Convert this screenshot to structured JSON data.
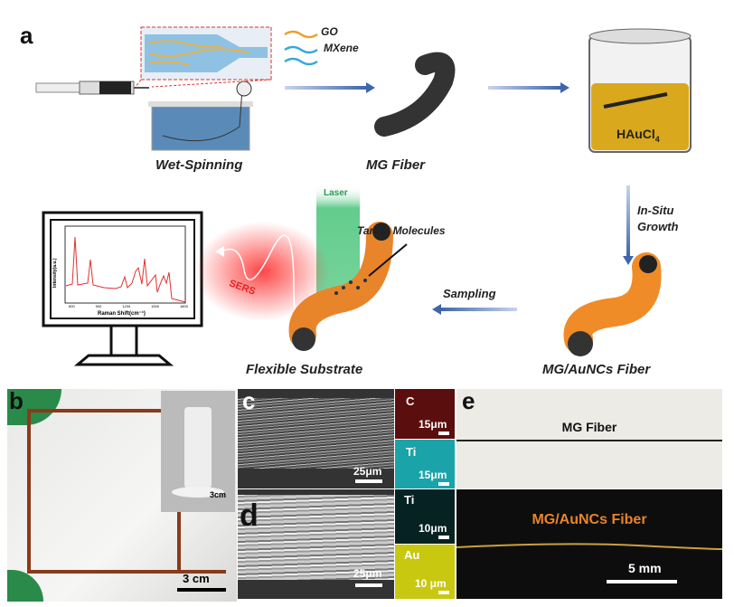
{
  "panel_a": {
    "letter": "a",
    "wet_spinning": "Wet-Spinning",
    "go": "GO",
    "mxene": "MXene",
    "mg_fiber": "MG Fiber",
    "haucl4": "HAuCl",
    "haucl4_sub": "4",
    "in_situ": "In-Situ",
    "growth": "Growth",
    "mg_aunc_fiber": "MG/AuNCs Fiber",
    "sampling": "Sampling",
    "flexible_substrate": "Flexible Substrate",
    "target_molecules": "Target Molecules",
    "laser": "Laser",
    "sers": "SERS",
    "spectrum": {
      "ylabel": "Intensity(a.u.)",
      "xlabel": "Raman Shift(cm⁻¹)",
      "xticks": [
        "600",
        "900",
        "1200",
        "1500",
        "1800"
      ]
    }
  },
  "panel_b": {
    "letter": "b",
    "inset_scale": "3cm",
    "scale": "3 cm"
  },
  "panel_c": {
    "letter": "c",
    "scale": "25μm",
    "map_c": "C",
    "map_c_scale": "15μm",
    "map_ti": "Ti",
    "map_ti_scale": "15μm"
  },
  "panel_d": {
    "letter": "d",
    "scale": "25μm",
    "map_ti": "Ti",
    "map_ti_scale": "10μm",
    "map_au": "Au",
    "map_au_scale": "10 μm"
  },
  "panel_e": {
    "letter": "e",
    "mg_fiber": "MG Fiber",
    "mg_aunc_fiber": "MG/AuNCs Fiber",
    "scale": "5 mm"
  },
  "colors": {
    "arrow": "#4a6fb0",
    "orange": "#e8842a",
    "laser": "#3cc070",
    "sers": "#e82020",
    "cyan": "#1aa3a8",
    "yellow": "#c8c810"
  }
}
